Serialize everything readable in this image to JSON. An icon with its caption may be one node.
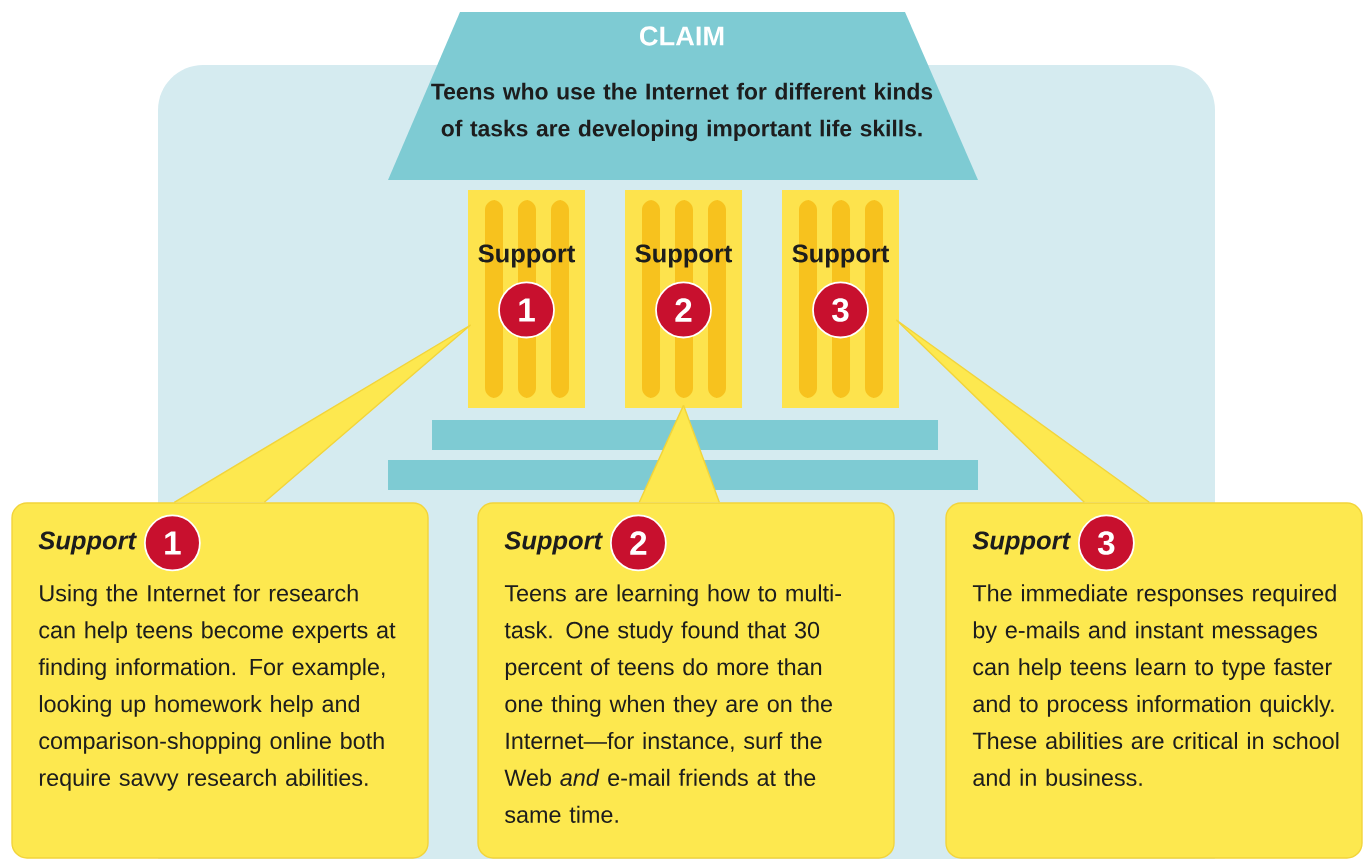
{
  "diagram": {
    "nodes": [
      {
        "text": [
          "CLAIM",
          "Teens who use the Internet for different kinds of tasks are developing important life skills."
        ]
      },
      {
        "text": [
          "Support",
          "1"
        ]
      },
      {
        "text": [
          "Support",
          "2"
        ]
      },
      {
        "text": [
          "Support",
          "3"
        ]
      },
      {
        "text": [
          "Support",
          "1",
          "Using the Internet for research can help teens become experts at finding information.  For example, looking up homework help and comparison-shopping online both require savvy research abilities."
        ]
      },
      {
        "text": [
          "Support",
          "2",
          "Teens are learning how to multi-task.  One study found that 30 percent of teens do more than one thing when they are on the Internet—for instance, surf the Web *and* e-mail friends at the same time."
        ]
      },
      {
        "text": [
          "Support",
          "3",
          "The immediate responses required by e-mails and instant messages can help teens learn to type faster and to process information quickly.  These abilities are critical in school and in business."
        ]
      }
    ],
    "edges": [
      {
        "from": 4,
        "to": 1,
        "arrow": "none"
      },
      {
        "from": 5,
        "to": 2,
        "arrow": "none"
      },
      {
        "from": 6,
        "to": 3,
        "arrow": "none"
      }
    ]
  }
}
